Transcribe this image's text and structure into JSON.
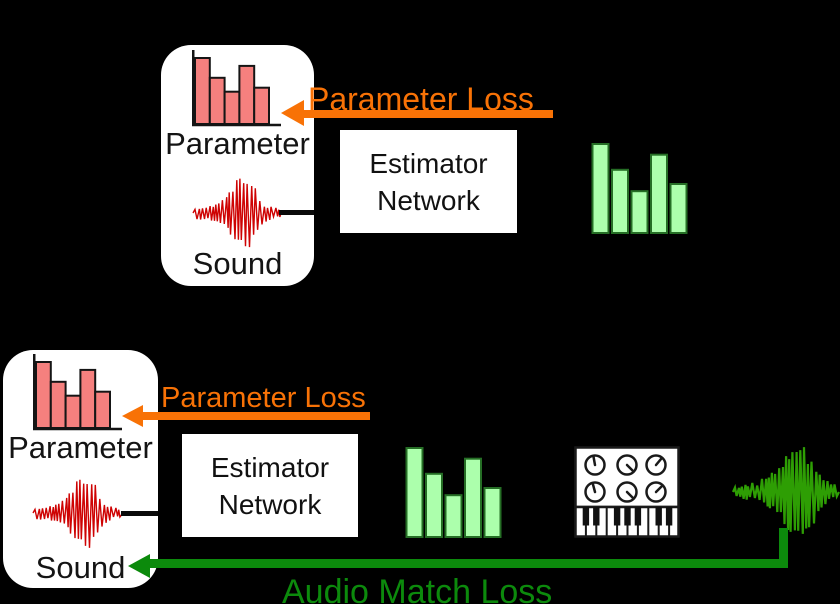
{
  "colors": {
    "background": "#000000",
    "panel_fill": "#FFFFFF",
    "red_bar_fill": "#F5807E",
    "red_bar_stroke": "#151515",
    "red_waveform": "#CE0202",
    "orange_loss": "#F87206",
    "green_bar_fill": "#ACFFAC",
    "green_bar_stroke": "#256E25",
    "green_waveform": "#2E9E04",
    "green_loss": "#0C8A0C"
  },
  "panels": {
    "top": {
      "target_box": {
        "parameter_label": "Parameter",
        "sound_label": "Sound"
      },
      "estimator_box": {
        "line1": "Estimator",
        "line2": "Network"
      },
      "parameter_loss_label": "Parameter Loss"
    },
    "bottom": {
      "target_box": {
        "parameter_label": "Parameter",
        "sound_label": "Sound"
      },
      "estimator_box": {
        "line1": "Estimator",
        "line2": "Network"
      },
      "parameter_loss_label": "Parameter Loss",
      "audio_match_loss_label": "Audio Match Loss"
    }
  },
  "icons": [
    "target-parameter-bars",
    "sound-waveform-icon",
    "estimated-parameter-bars",
    "synthesizer-icon",
    "synth-knob-icon",
    "piano-keyboard-icon",
    "synth-audio-waveform-icon",
    "parameter-loss-arrow",
    "audio-match-loss-arrow"
  ],
  "chart_data": [
    {
      "id": "target_parameter_bars",
      "type": "bar",
      "values": [
        1.0,
        0.7,
        0.49,
        0.88,
        0.55
      ],
      "axes": true,
      "palette": "red",
      "title": ""
    },
    {
      "id": "estimated_parameter_bars",
      "type": "bar",
      "values": [
        1.0,
        0.71,
        0.47,
        0.88,
        0.55
      ],
      "axes": false,
      "palette": "green",
      "title": ""
    }
  ]
}
